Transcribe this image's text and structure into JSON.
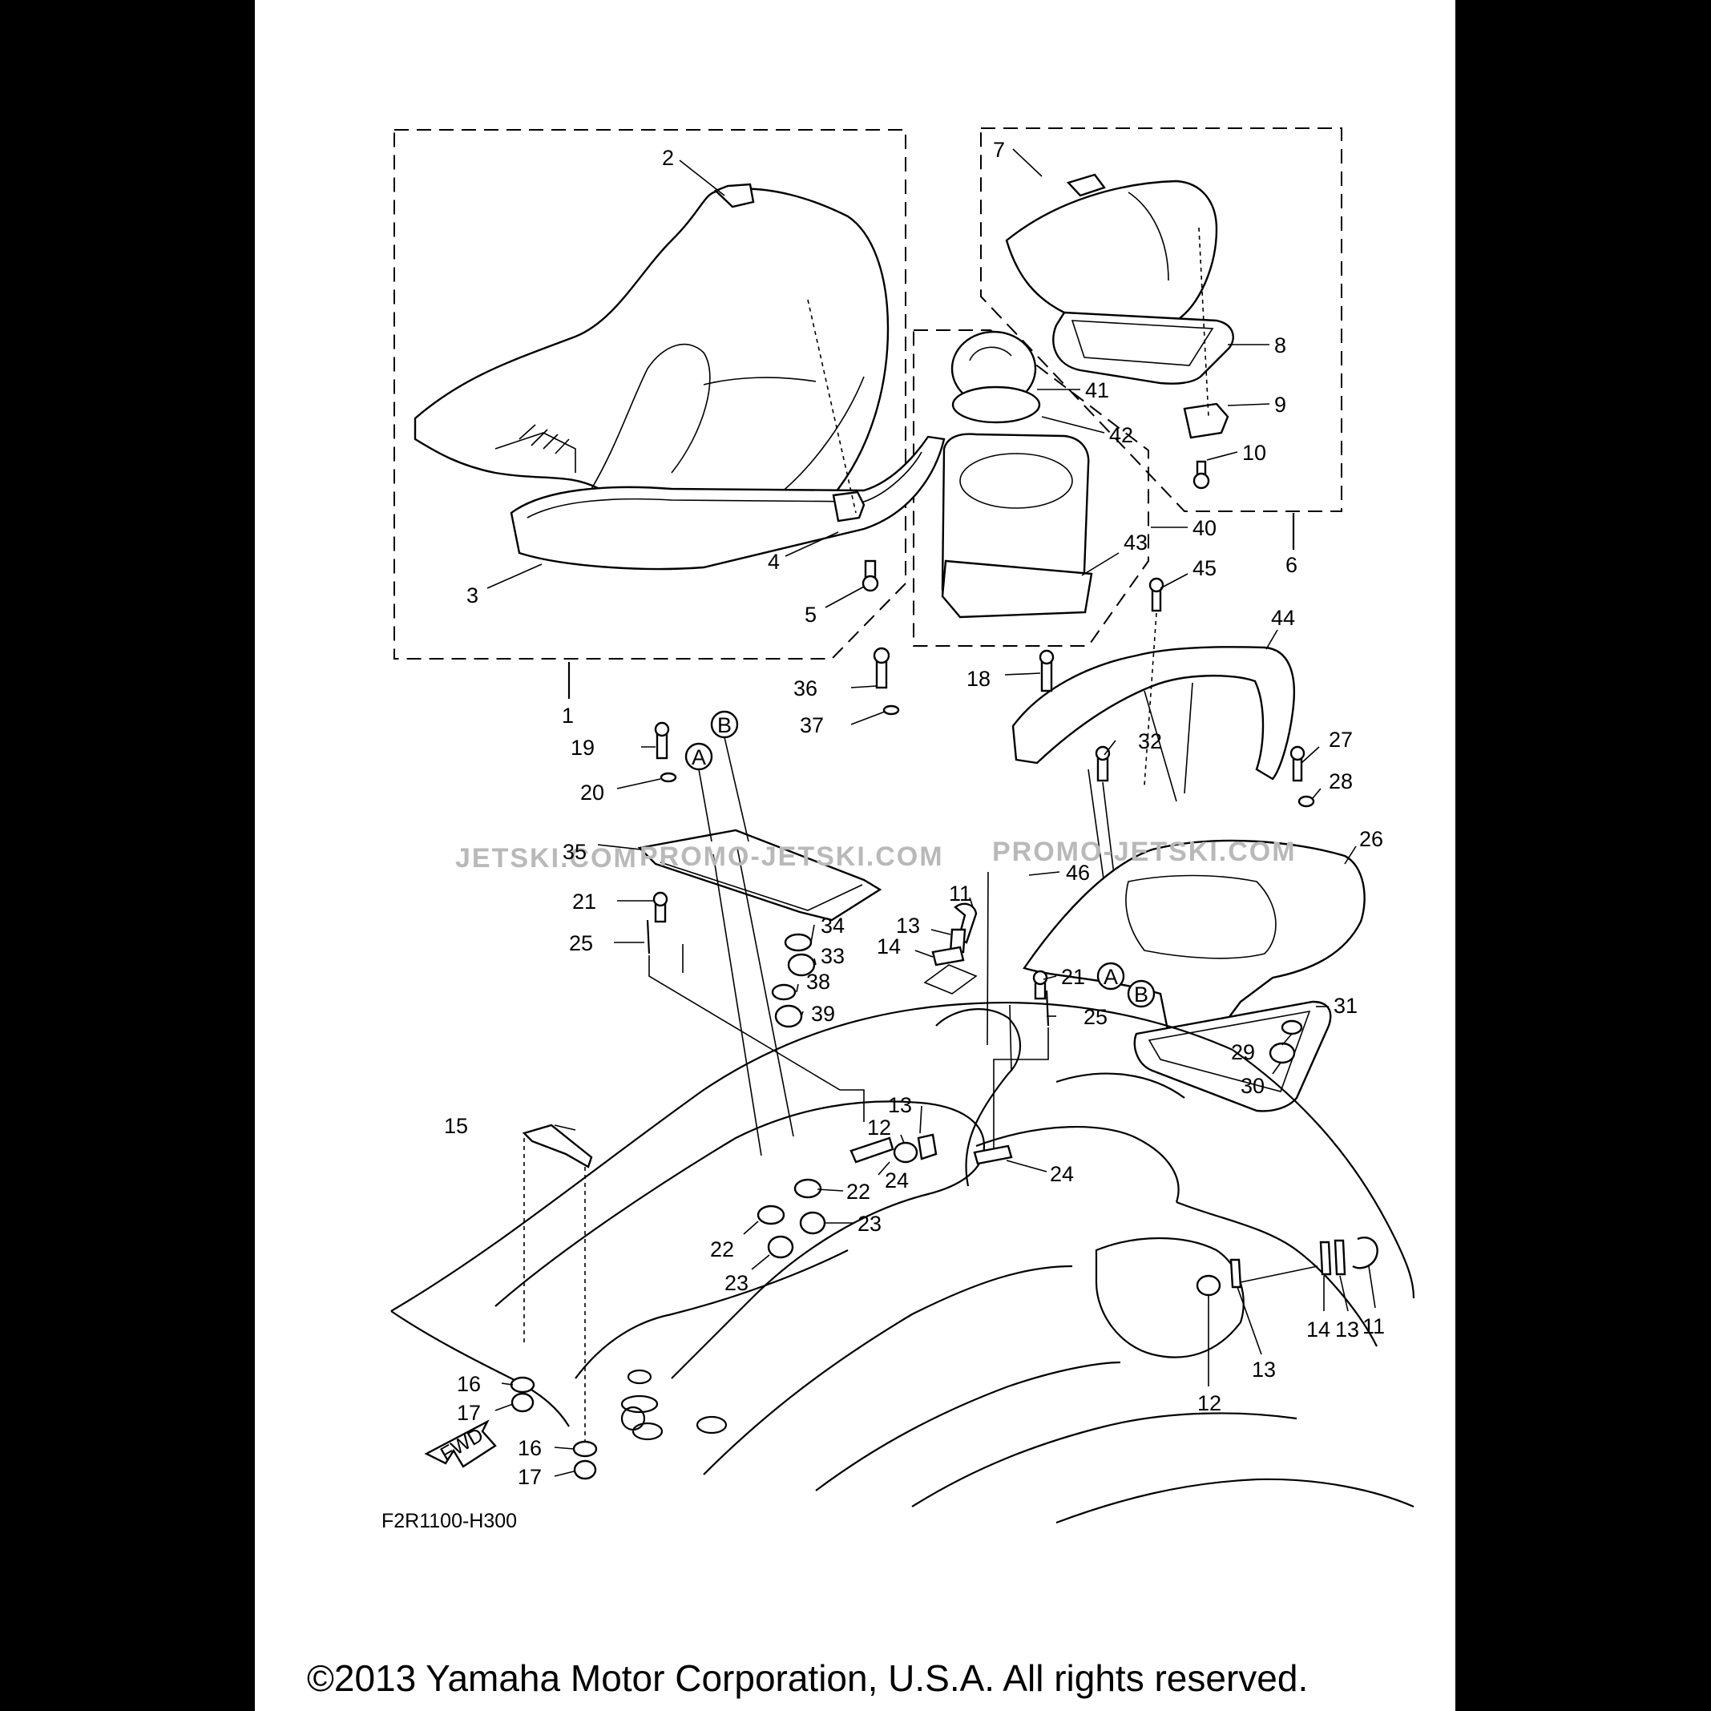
{
  "diagram_code": "F2R1100-H300",
  "copyright": "©2013 Yamaha Motor Corporation, U.S.A. All rights reserved.",
  "fwd_label": "FWD",
  "ref_letters": [
    "A",
    "B"
  ],
  "watermark": {
    "left": "JETSKI.COM",
    "center": "PROMO-JETSKI.COM",
    "right": "PROMO-JETSKI.COM"
  },
  "callouts": [
    "1",
    "2",
    "3",
    "4",
    "5",
    "6",
    "7",
    "8",
    "9",
    "10",
    "11",
    "12",
    "13",
    "14",
    "15",
    "16",
    "17",
    "18",
    "19",
    "20",
    "21",
    "22",
    "23",
    "24",
    "25",
    "26",
    "27",
    "28",
    "29",
    "30",
    "31",
    "32",
    "33",
    "34",
    "35",
    "36",
    "37",
    "38",
    "39",
    "40",
    "41",
    "42",
    "43",
    "44",
    "45",
    "46"
  ]
}
